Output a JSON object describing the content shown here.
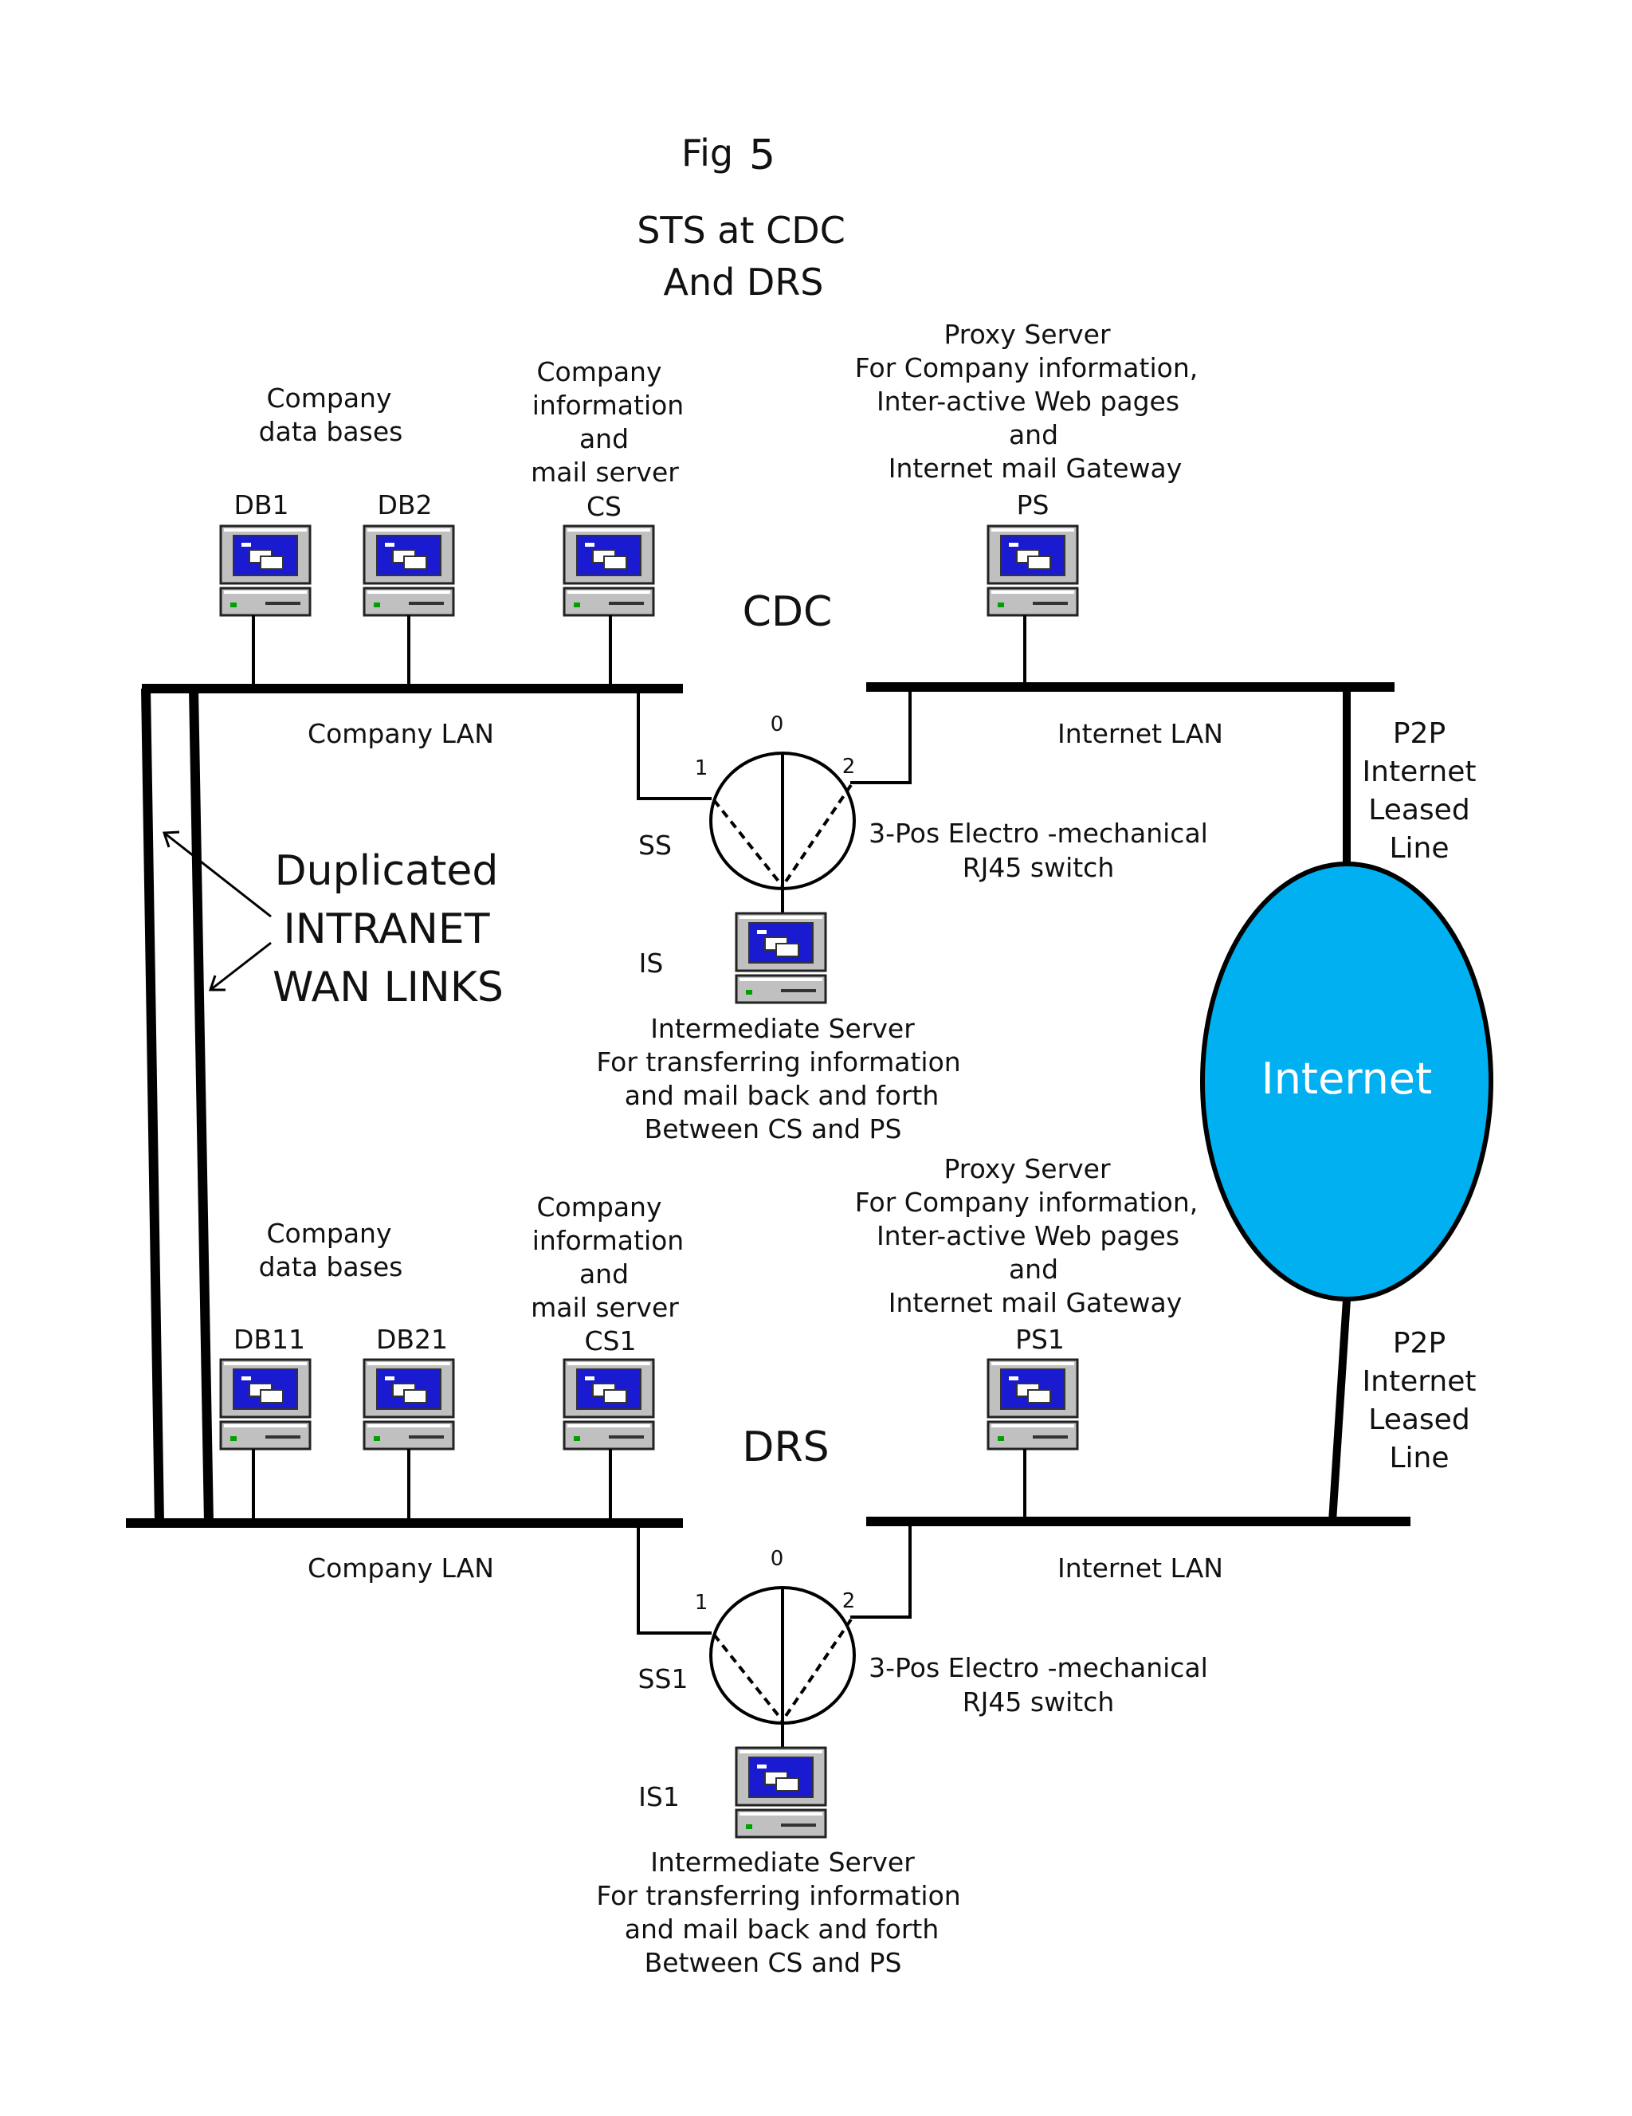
{
  "figure": {
    "fig_label": "Fig",
    "fig_number": "5",
    "title_line1": "STS at CDC",
    "title_line2": "And DRS"
  },
  "colors": {
    "line": "#000000",
    "internet_fill": "#00b0f0",
    "internet_text": "#ffffff",
    "screen": "#1a1ad0"
  },
  "sites": [
    {
      "site_label": "CDC",
      "company_db_label": [
        "Company",
        "data bases"
      ],
      "company_server_label": [
        "Company",
        "information",
        "and",
        "mail server"
      ],
      "proxy_label": [
        "Proxy Server",
        "For Company information,",
        "Inter-active Web pages",
        "and",
        "Internet mail Gateway"
      ],
      "db_a": "DB1",
      "db_b": "DB2",
      "cs": "CS",
      "ps": "PS",
      "company_lan": "Company LAN",
      "internet_lan": "Internet LAN",
      "switch_name": "SS",
      "switch_pos": [
        "0",
        "1",
        "2"
      ],
      "switch_label": [
        "3-Pos Electro  -mechanical",
        "RJ45 switch"
      ],
      "is_name": "IS",
      "is_label": [
        "Intermediate Server",
        "For transferring information",
        "and mail back and forth",
        "Between CS and PS"
      ],
      "leased_line": [
        "P2P",
        "Internet",
        "Leased",
        "Line"
      ]
    },
    {
      "site_label": "DRS",
      "company_db_label": [
        "Company",
        "data bases"
      ],
      "company_server_label": [
        "Company",
        "information",
        "and",
        "mail server"
      ],
      "proxy_label": [
        "Proxy Server",
        "For Company information,",
        "Inter-active Web pages",
        "and",
        "Internet mail Gateway"
      ],
      "db_a": "DB11",
      "db_b": "DB21",
      "cs": "CS1",
      "ps": "PS1",
      "company_lan": "Company LAN",
      "internet_lan": "Internet LAN",
      "switch_name": "SS1",
      "switch_pos": [
        "0",
        "1",
        "2"
      ],
      "switch_label": [
        "3-Pos Electro  -mechanical",
        "RJ45 switch"
      ],
      "is_name": "IS1",
      "is_label": [
        "Intermediate Server",
        "For transferring information",
        "and mail back and forth",
        "Between CS and PS"
      ],
      "leased_line": [
        "P2P",
        "Internet",
        "Leased",
        "Line"
      ]
    }
  ],
  "wan_label": [
    "Duplicated",
    "INTRANET",
    "WAN LINKS"
  ],
  "internet_label": "Internet"
}
